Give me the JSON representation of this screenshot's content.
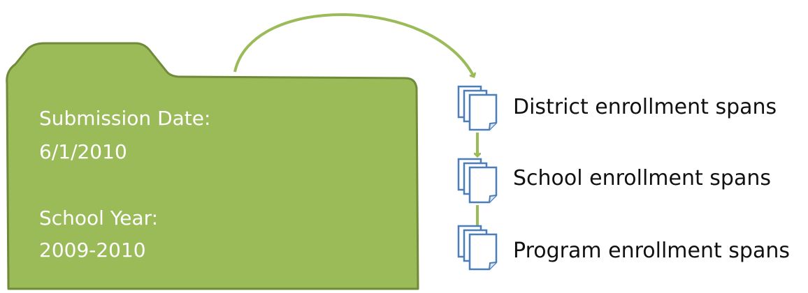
{
  "folder": {
    "submission_date_label": "Submission Date:",
    "submission_date_value": "6/1/2010",
    "school_year_label": "School Year:",
    "school_year_value": "2009-2010"
  },
  "documents": [
    {
      "label": "District enrollment spans"
    },
    {
      "label": "School enrollment spans"
    },
    {
      "label": "Program enrollment spans"
    }
  ],
  "colors": {
    "folder_fill": "#9bbb59",
    "folder_stroke": "#6f8a38",
    "arrow": "#9bbb59",
    "doc_stroke": "#4a7ebb",
    "doc_fill": "#ffffff",
    "label_text": "#111111",
    "folder_text": "#ffffff"
  }
}
